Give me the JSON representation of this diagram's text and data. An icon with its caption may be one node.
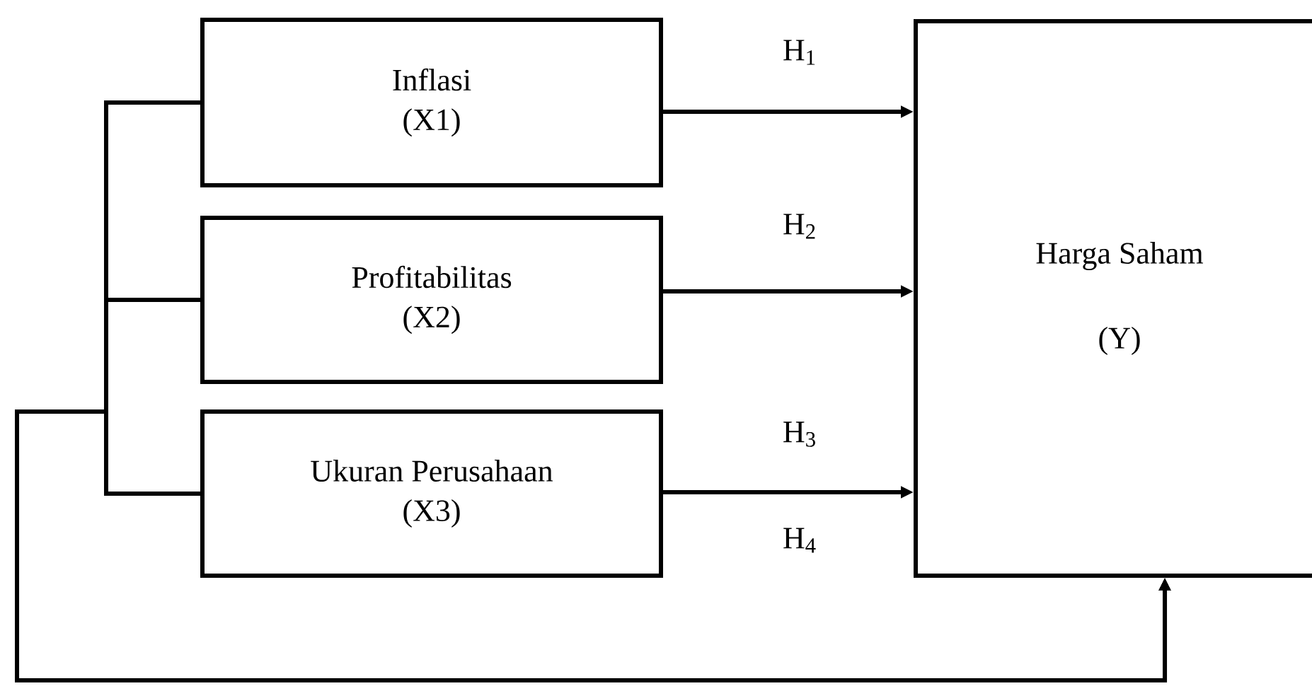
{
  "diagram": {
    "nodes": [
      {
        "text": [
          "Inflasi",
          "(X1)"
        ]
      },
      {
        "text": [
          "Profitabilitas",
          "(X2)"
        ]
      },
      {
        "text": [
          "Ukuran Perusahaan",
          "(X3)"
        ]
      },
      {
        "text": [
          "Harga Saham",
          "(Y)"
        ]
      }
    ],
    "edges": [
      {
        "from": 0,
        "to": 3,
        "arrow": "to",
        "label": "H$_{1}$"
      },
      {
        "from": 1,
        "to": 3,
        "arrow": "to",
        "label": "H$_{2}$"
      },
      {
        "from": 2,
        "to": 3,
        "arrow": "to",
        "label": "H$_{3}$"
      },
      {
        "from": 0,
        "to": 3,
        "arrow": "to"
      },
      {
        "from": 1,
        "to": 3,
        "arrow": "to"
      },
      {
        "from": 2,
        "to": 3,
        "arrow": "to"
      }
    ],
    "labels": [
      "H$_{4}$"
    ]
  }
}
